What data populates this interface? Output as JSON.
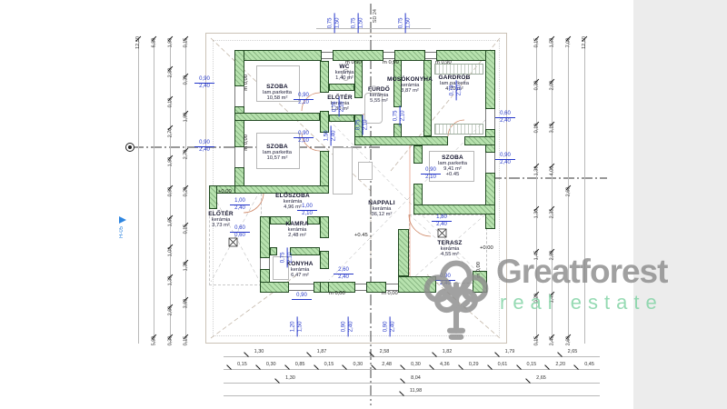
{
  "watermark": {
    "brand": "Greatforest",
    "sub": "real estate"
  },
  "marker": {
    "label": "H-05"
  },
  "axis_note": "SD 24",
  "rooms": [
    {
      "name": "SZOBA",
      "material": "lam.parketta",
      "area": "10,58 m²"
    },
    {
      "name": "WC",
      "material": "kerámia",
      "area": "1,40 m²"
    },
    {
      "name": "FÜRDŐ",
      "material": "kerámia",
      "area": "5,55 m²"
    },
    {
      "name": "MOSÓKONYHA",
      "material": "kerámia",
      "area": "3,87 m²"
    },
    {
      "name": "GARDRÓB",
      "material": "lam.parketta",
      "area": "4,70 m²"
    },
    {
      "name": "ELŐTÉR",
      "material": "kerámia",
      "area": "1,30 m²"
    },
    {
      "name": "SZOBA",
      "material": "lam.parketta",
      "area": "10,57 m²"
    },
    {
      "name": "SZOBA",
      "material": "lam.parketta",
      "area": "9,41 m²",
      "level": "+0.45"
    },
    {
      "name": "ELŐSZOBA",
      "material": "kerámia",
      "area": "4,96 m²"
    },
    {
      "name": "ELŐTÉR",
      "material": "kerámia",
      "area": "3,73 m²"
    },
    {
      "name": "KAMRA",
      "material": "kerámia",
      "area": "2,48 m²"
    },
    {
      "name": "KONYHA",
      "material": "kerámia",
      "area": "6,47 m²"
    },
    {
      "name": "NAPPALI",
      "material": "kerámia",
      "area": "36,12 m²"
    },
    {
      "name": "TERASZ",
      "material": "kerámia",
      "area": "4,55 m²"
    }
  ],
  "openings": [
    {
      "w": "0,90",
      "h": "2,40"
    },
    {
      "w": "0,90",
      "h": "2,40"
    },
    {
      "w": "0,90",
      "h": "2,10"
    },
    {
      "w": "0,90",
      "h": "2,10"
    },
    {
      "w": "0,75",
      "h": "2,10"
    },
    {
      "w": "0,75",
      "h": "2,10"
    },
    {
      "w": "0,75",
      "h": "2,10"
    },
    {
      "w": "0,75",
      "h": "2,10"
    },
    {
      "w": "1,50",
      "h": "2,40"
    },
    {
      "w": "0,60",
      "h": "2,40"
    },
    {
      "w": "0,90",
      "h": "2,40"
    },
    {
      "w": "1,00",
      "h": "2,40"
    },
    {
      "w": "1,00",
      "h": "2,10"
    },
    {
      "w": "0,60",
      "h": "0,60"
    },
    {
      "w": "0,75",
      "h": "2,10"
    },
    {
      "w": "2,60",
      "h": "2,40"
    },
    {
      "w": "0,90",
      "h": "2,10"
    },
    {
      "w": "1,80",
      "h": "2,40"
    },
    {
      "w": "0,90",
      "h": "2,40"
    },
    {
      "w": "0,75",
      "h": "1,50"
    },
    {
      "w": "0,75",
      "h": "1,50"
    },
    {
      "w": "0,75",
      "h": "1,50"
    },
    {
      "w": "0,90",
      "h": ""
    },
    {
      "w": "1,20",
      "h": "1,50"
    },
    {
      "w": "0,90",
      "h": "2,40"
    },
    {
      "w": "0,90",
      "h": "2,40"
    }
  ],
  "levels": [
    "+0.00",
    "+0.45",
    "+0.00",
    "m 0,90",
    "m 0,90",
    "m 0,90",
    "m 0,00",
    "m 0,00",
    "m 0,00",
    "m 0,00",
    "m 0,00"
  ],
  "dims": {
    "left_col1": [
      "12,50"
    ],
    "left_col2": [
      "6,80",
      "5,90"
    ],
    "left_col3": [
      "1,98",
      "2,80",
      "0,10",
      "2,70",
      "1,98",
      "0,98",
      "1,65",
      "1,08",
      "1,30",
      "2,60",
      "0,30"
    ],
    "left_col4": [
      "0,15",
      "0,39",
      "1,98",
      "2,70",
      "0,20",
      "0,15",
      "1,30",
      "3,63",
      "0,15"
    ],
    "right_col1": [
      "12,50"
    ],
    "right_col2": [
      "7,00",
      "2,60",
      "2,60"
    ],
    "right_col3": [
      "1,53",
      "2,00",
      "3,12",
      "4,00",
      "2,35",
      "2,80",
      "1,45",
      "2,45"
    ],
    "right_col4": [
      "0,15",
      "0,30",
      "0,10",
      "1,39",
      "1,30",
      "1,45",
      "0,20",
      "0,15"
    ],
    "bottom_row1": [
      "1,30",
      "1,87",
      "2,58",
      "1,82",
      "1,79",
      "2,65"
    ],
    "bottom_row2": [
      "0,15",
      "0,30",
      "0,85",
      "0,15",
      "0,30",
      "2,48",
      "0,30",
      "4,36",
      "0,29",
      "0,61",
      "0,15",
      "2,20",
      "0,45"
    ],
    "bottom_row3": [
      "1,30",
      "8,04",
      "2,65"
    ],
    "bottom_row4": [
      "11,98"
    ]
  },
  "colors": {
    "wall_green": "#b7e2ae",
    "dim_blue": "#2436c8",
    "brand_gray": "#8d8d8d",
    "brand_green": "#7fd3a3"
  }
}
